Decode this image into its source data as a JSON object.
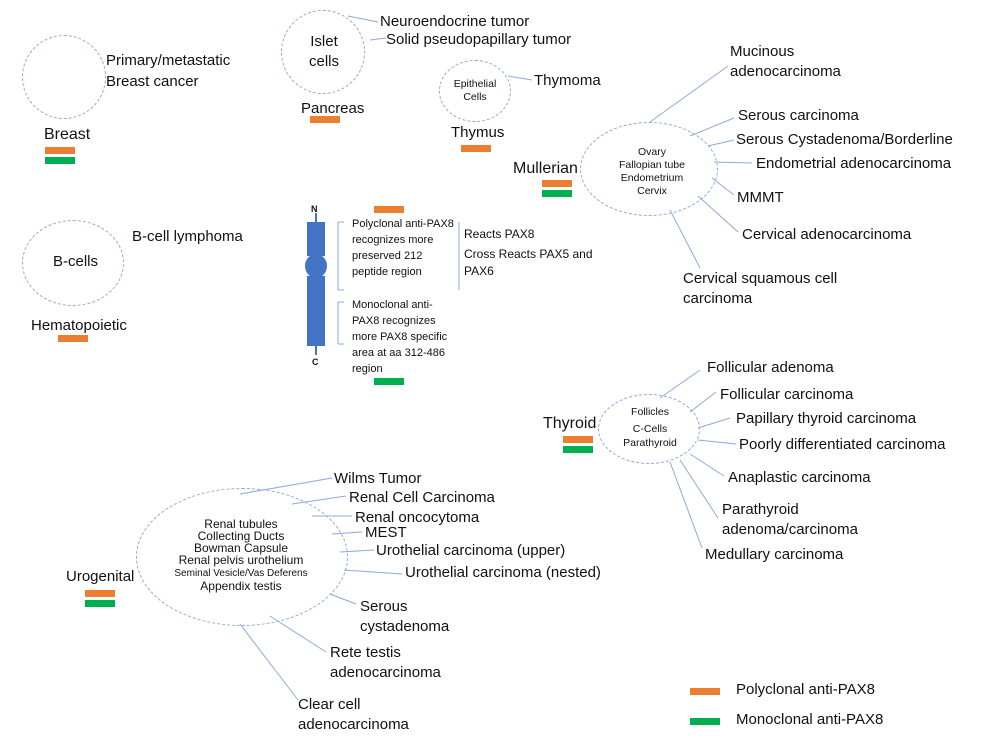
{
  "colors": {
    "polyclonal": "#ED7D31",
    "monoclonal": "#00B050",
    "connector": "#8EA9DB",
    "protein": "#4472C4"
  },
  "breast": {
    "name": "Breast",
    "lines": [
      "Primary/metastatic",
      "Breast cancer"
    ]
  },
  "pancreas": {
    "name": "Pancreas",
    "cell": "Islet cells",
    "tumors": [
      "Neuroendocrine tumor",
      "Solid pseudopapillary tumor"
    ]
  },
  "thymus": {
    "name": "Thymus",
    "cell": "Epithelial Cells",
    "tumor": "Thymoma"
  },
  "hematopoietic": {
    "name": "Hematopoietic",
    "cell": "B-cells",
    "tumor": "B-cell lymphoma"
  },
  "mullerian": {
    "name": "Mullerian",
    "cells": [
      "Ovary",
      "Fallopian tube",
      "Endometrium",
      "Cervix"
    ],
    "tumors": [
      "Mucinous adenocarcinoma",
      "Serous carcinoma",
      "Serous Cystadenoma/Borderline",
      "Endometrial adenocarcinoma",
      "MMMT",
      "Cervical adenocarcinoma",
      "Cervical squamous cell carcinoma"
    ]
  },
  "pax8": {
    "n_label": "N",
    "c_label": "C",
    "polyclonal_desc": "Polyclonal anti-PAX8 recognizes more preserved 212 peptide region",
    "reacts": "Reacts PAX8",
    "cross_reacts": "Cross Reacts PAX5 and PAX6",
    "monoclonal_desc": "Monoclonal anti-PAX8 recognizes more PAX8 specific area at aa 312-486 region"
  },
  "thyroid": {
    "name": "Thyroid",
    "cells": [
      "Follicles",
      "C-Cells",
      "Parathyroid"
    ],
    "tumors": [
      "Follicular adenoma",
      "Follicular carcinoma",
      "Papillary thyroid carcinoma",
      "Poorly differentiated carcinoma",
      "Anaplastic carcinoma",
      "Parathyroid adenoma/carcinoma",
      "Medullary carcinoma"
    ]
  },
  "urogenital": {
    "name": "Urogenital",
    "cells": [
      "Renal tubules",
      "Collecting Ducts",
      "Bowman Capsule",
      "Renal pelvis urothelium",
      "Seminal Vesicle/Vas Deferens",
      "Appendix testis"
    ],
    "tumors": [
      "Wilms Tumor",
      "Renal Cell Carcinoma",
      "Renal oncocytoma",
      "MEST",
      "Urothelial carcinoma (upper)",
      "Urothelial carcinoma (nested)",
      "Serous cystadenoma",
      "Rete testis adenocarcinoma",
      "Clear cell adenocarcinoma"
    ]
  },
  "legend": {
    "polyclonal": "Polyclonal anti-PAX8",
    "monoclonal": "Monoclonal anti-PAX8"
  }
}
